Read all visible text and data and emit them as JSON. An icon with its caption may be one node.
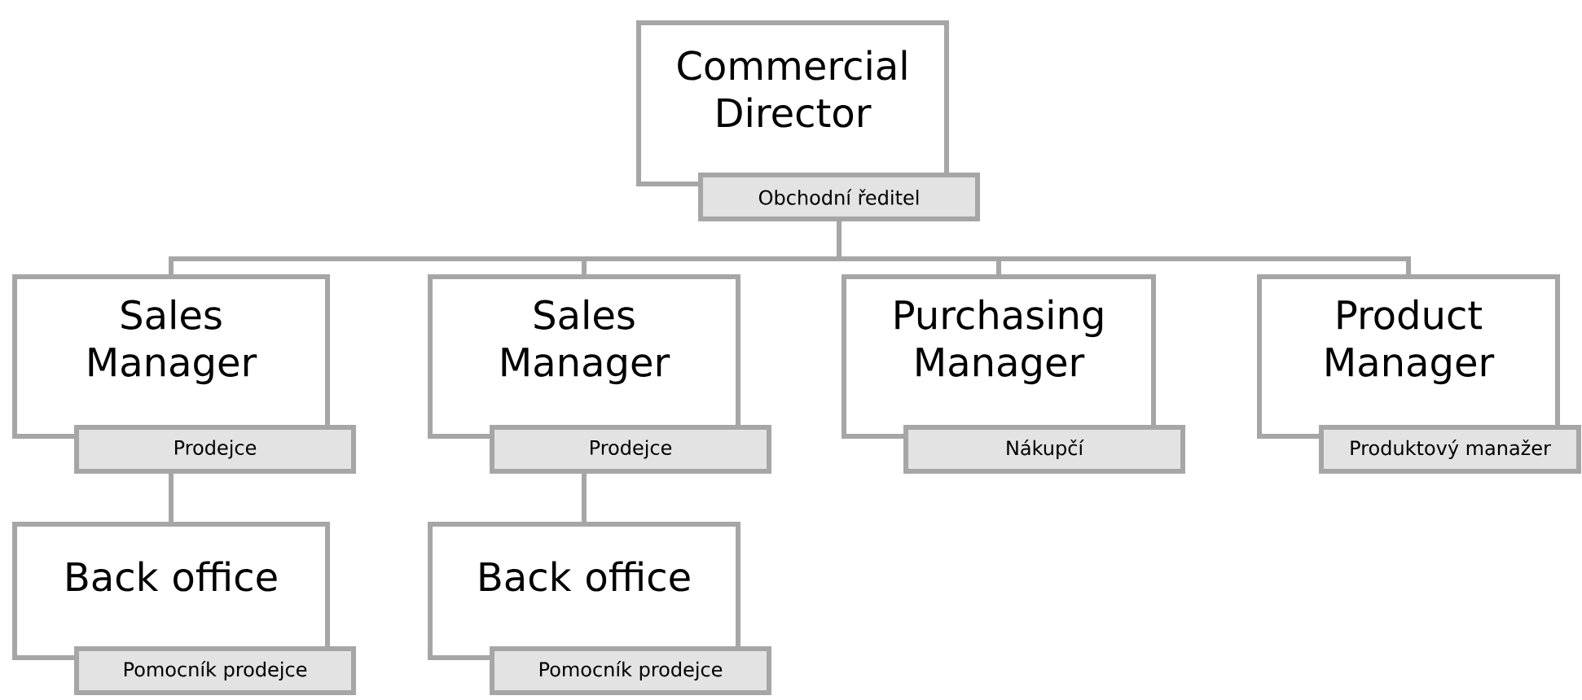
{
  "diagram": {
    "nodes": [
      {
        "text": [
          "Commercial Director",
          "Obchodní ředitel"
        ]
      },
      {
        "text": [
          "Sales Manager",
          "Prodejce"
        ]
      },
      {
        "text": [
          "Sales Manager",
          "Prodejce"
        ]
      },
      {
        "text": [
          "Purchasing Manager",
          "Nákupčí"
        ]
      },
      {
        "text": [
          "Product Manager",
          "Produktový manažer"
        ]
      },
      {
        "text": [
          "Back office",
          "Pomocník prodejce"
        ]
      },
      {
        "text": [
          "Back office",
          "Pomocník prodejce"
        ]
      }
    ],
    "edges": [
      {
        "from": 0,
        "to": 1,
        "arrow": "none"
      },
      {
        "from": 0,
        "to": 2,
        "arrow": "none"
      },
      {
        "from": 0,
        "to": 3,
        "arrow": "none"
      },
      {
        "from": 0,
        "to": 4,
        "arrow": "none"
      },
      {
        "from": 1,
        "to": 5,
        "arrow": "none"
      },
      {
        "from": 2,
        "to": 6,
        "arrow": "none"
      }
    ]
  }
}
